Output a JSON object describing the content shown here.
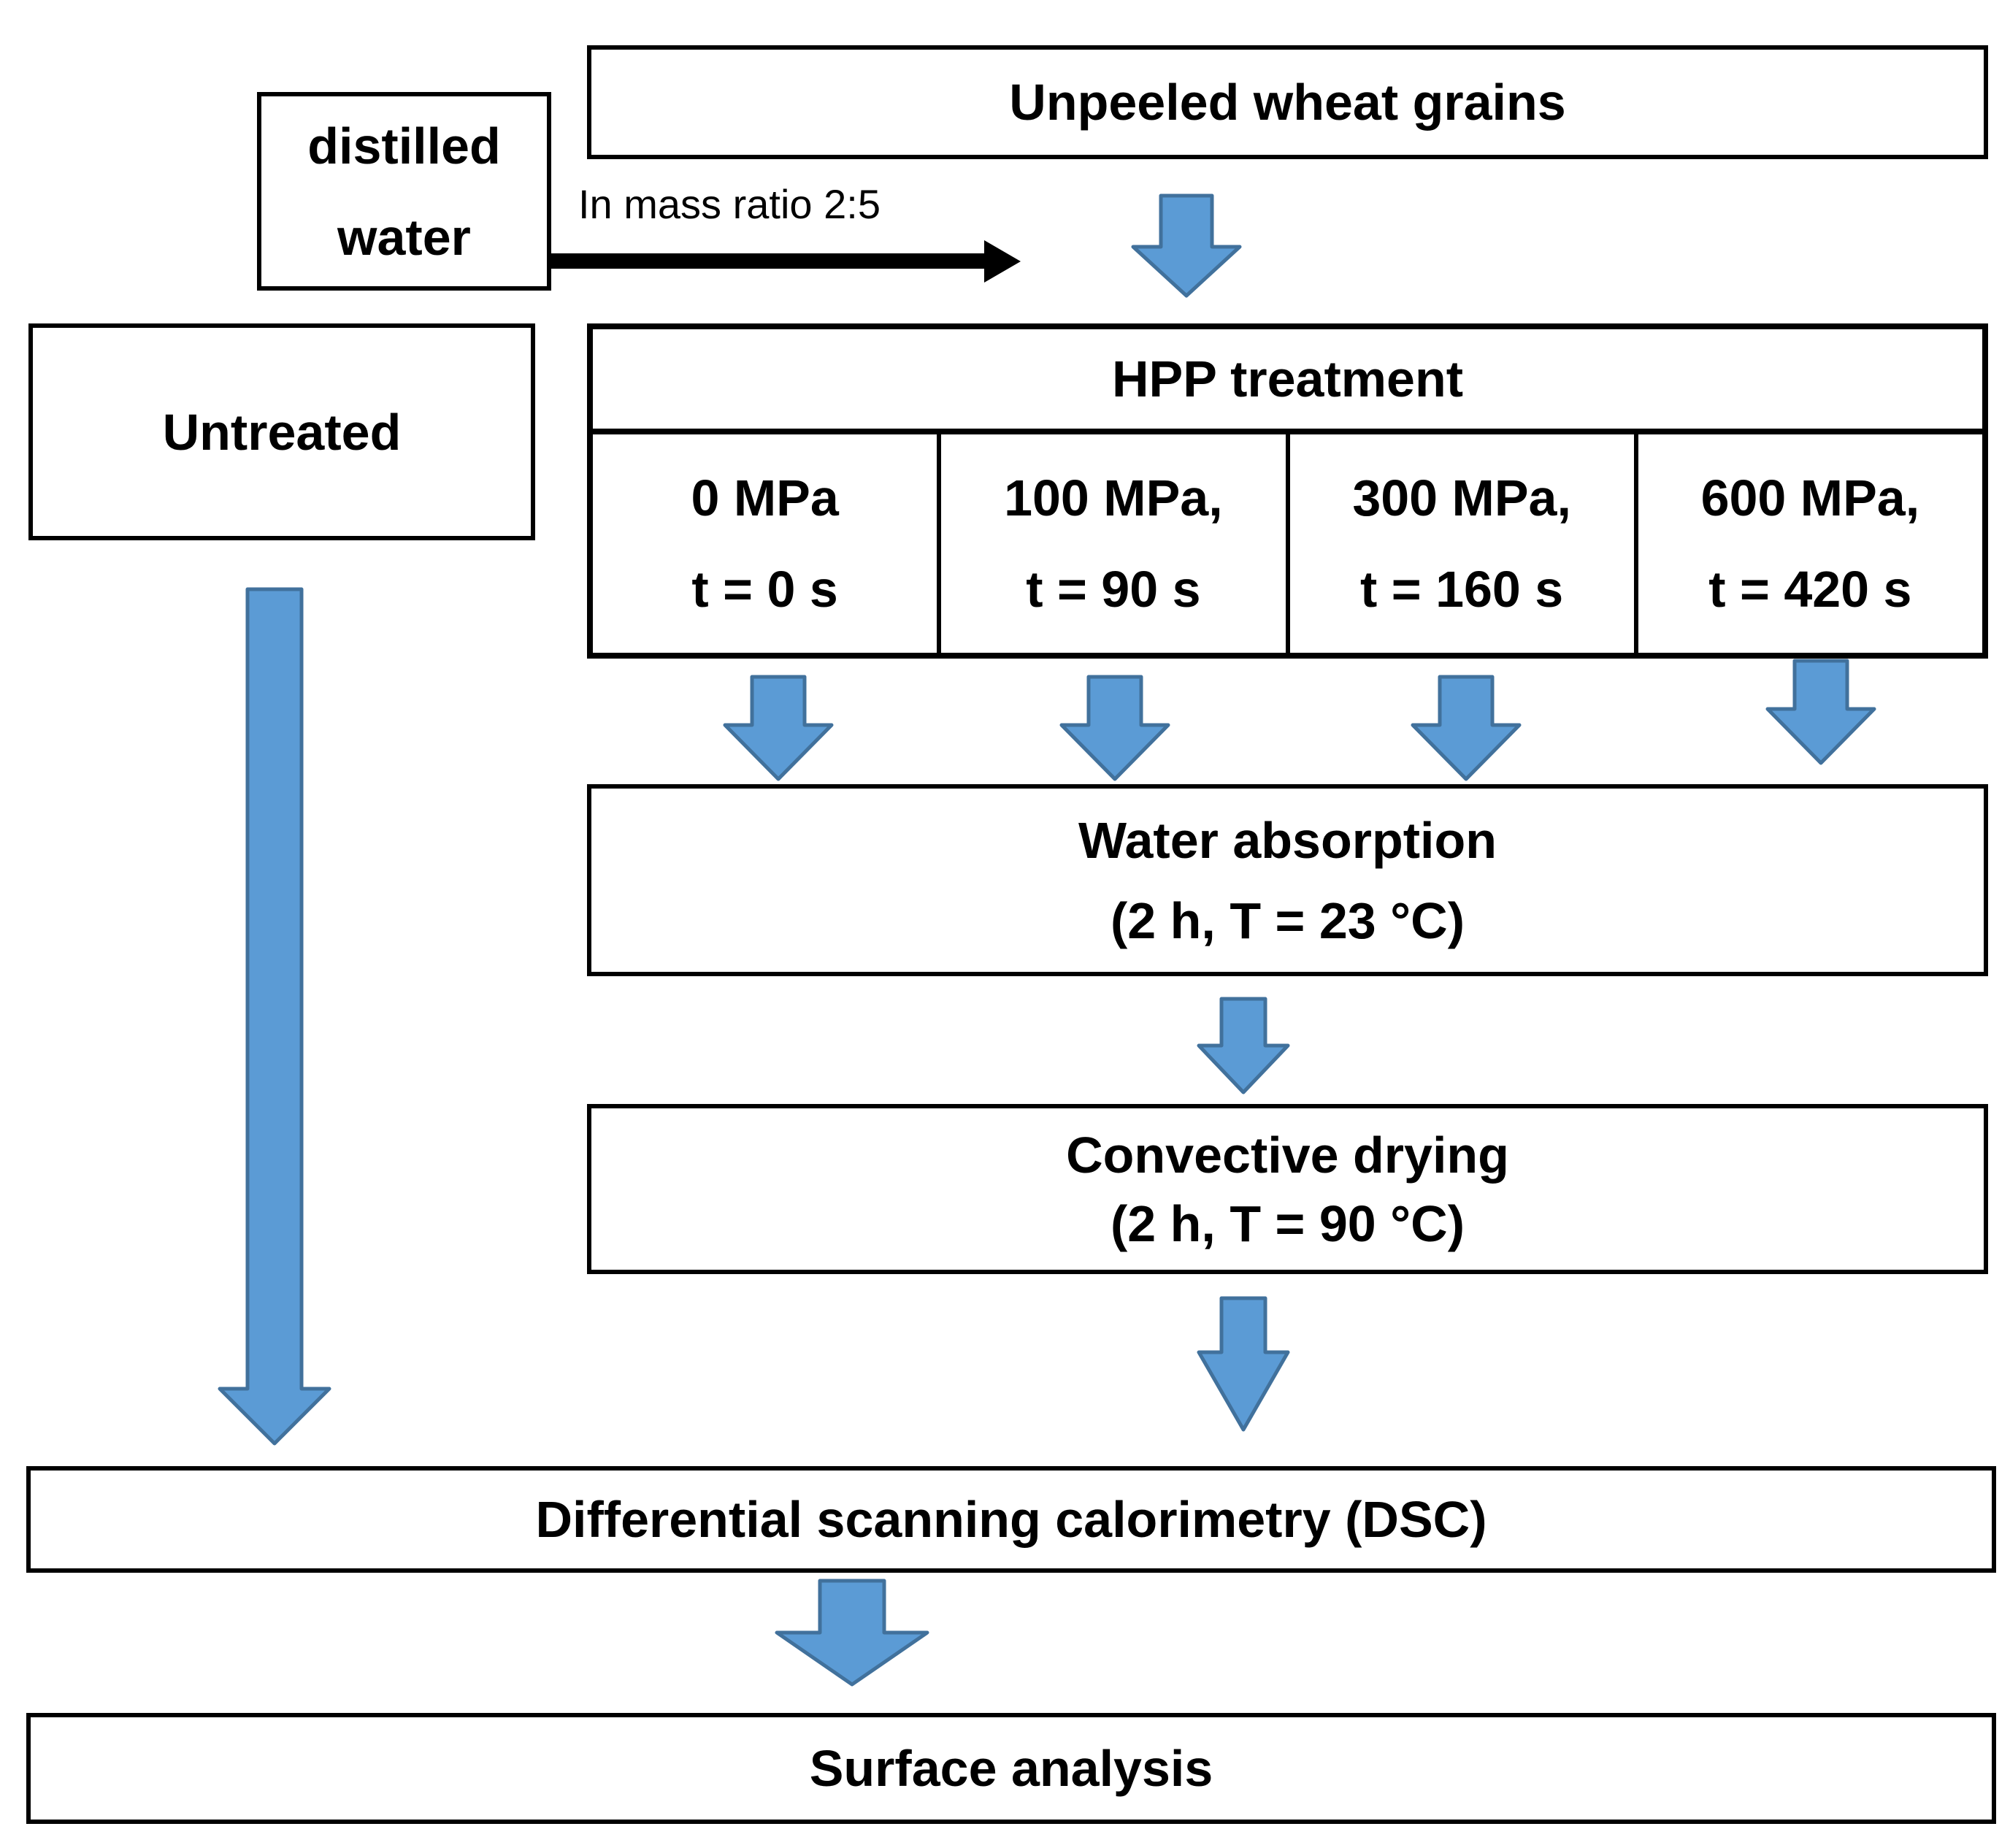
{
  "boxes": {
    "unpeeled": {
      "label": "Unpeeled wheat grains"
    },
    "distilled_water": {
      "line1": "distilled",
      "line2": "water"
    },
    "untreated": {
      "label": "Untreated"
    },
    "water_absorption": {
      "line1": "Water absorption",
      "line2": "(2 h, T = 23 °C)"
    },
    "convective_drying": {
      "line1": "Convective drying",
      "line2": "(2 h, T = 90 °C)"
    },
    "dsc": {
      "label": "Differential scanning calorimetry (DSC)"
    },
    "surface_analysis": {
      "label": "Surface analysis"
    }
  },
  "labels": {
    "mass_ratio": "In mass ratio 2:5"
  },
  "hpp_table": {
    "header": "HPP treatment",
    "cells": [
      {
        "line1": "0 MPa",
        "line2": "t = 0 s"
      },
      {
        "line1": "100 MPa,",
        "line2": "t = 90 s"
      },
      {
        "line1": "300 MPa,",
        "line2": "t = 160 s"
      },
      {
        "line1": "600 MPa,",
        "line2": "t = 420 s"
      }
    ]
  },
  "icons": {
    "down_arrow": "block-down-arrow",
    "right_arrow": "thin-right-arrow"
  },
  "colors": {
    "arrow_fill": "#5B9BD5",
    "arrow_stroke": "#41719C",
    "border": "#000000",
    "background": "#FFFFFF",
    "text": "#000000"
  }
}
